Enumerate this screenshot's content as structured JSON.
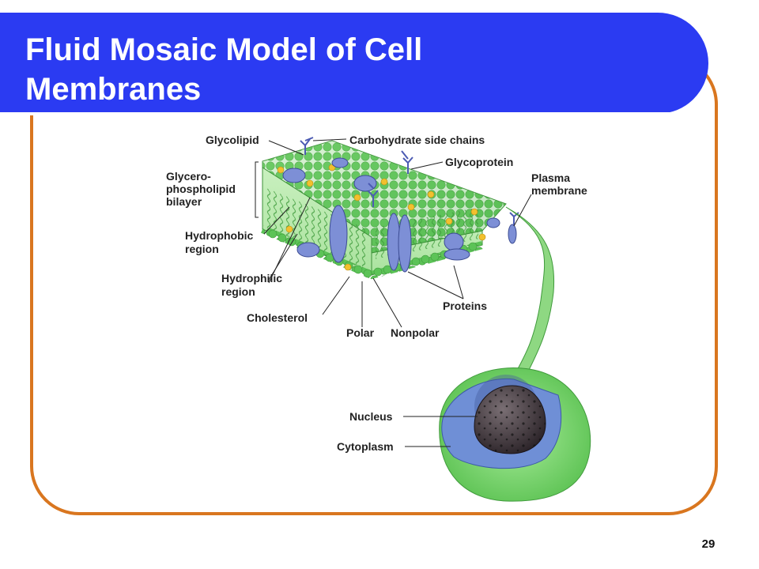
{
  "slide": {
    "title": "Fluid Mosaic Model of Cell Membranes",
    "page_number": "29"
  },
  "labels": {
    "glycolipid": "Glycolipid",
    "carbohydrate_side_chains": "Carbohydrate side chains",
    "glycoprotein": "Glycoprotein",
    "plasma_membrane_1": "Plasma",
    "plasma_membrane_2": "membrane",
    "glycerophospholipid_1": "Glycero-",
    "glycerophospholipid_2": "phospholipid",
    "glycerophospholipid_3": "bilayer",
    "hydrophobic_1": "Hydrophobic",
    "hydrophobic_2": "region",
    "hydrophilic_1": "Hydrophilic",
    "hydrophilic_2": "region",
    "cholesterol": "Cholesterol",
    "polar": "Polar",
    "nonpolar": "Nonpolar",
    "proteins": "Proteins",
    "nucleus": "Nucleus",
    "cytoplasm": "Cytoplasm"
  },
  "colors": {
    "title_bar": "#2b3bf2",
    "frame_border": "#d9761f",
    "membrane_green": "#5fc25a",
    "protein_blue": "#7d8fd6",
    "cholesterol_yellow": "#f2c02e"
  }
}
